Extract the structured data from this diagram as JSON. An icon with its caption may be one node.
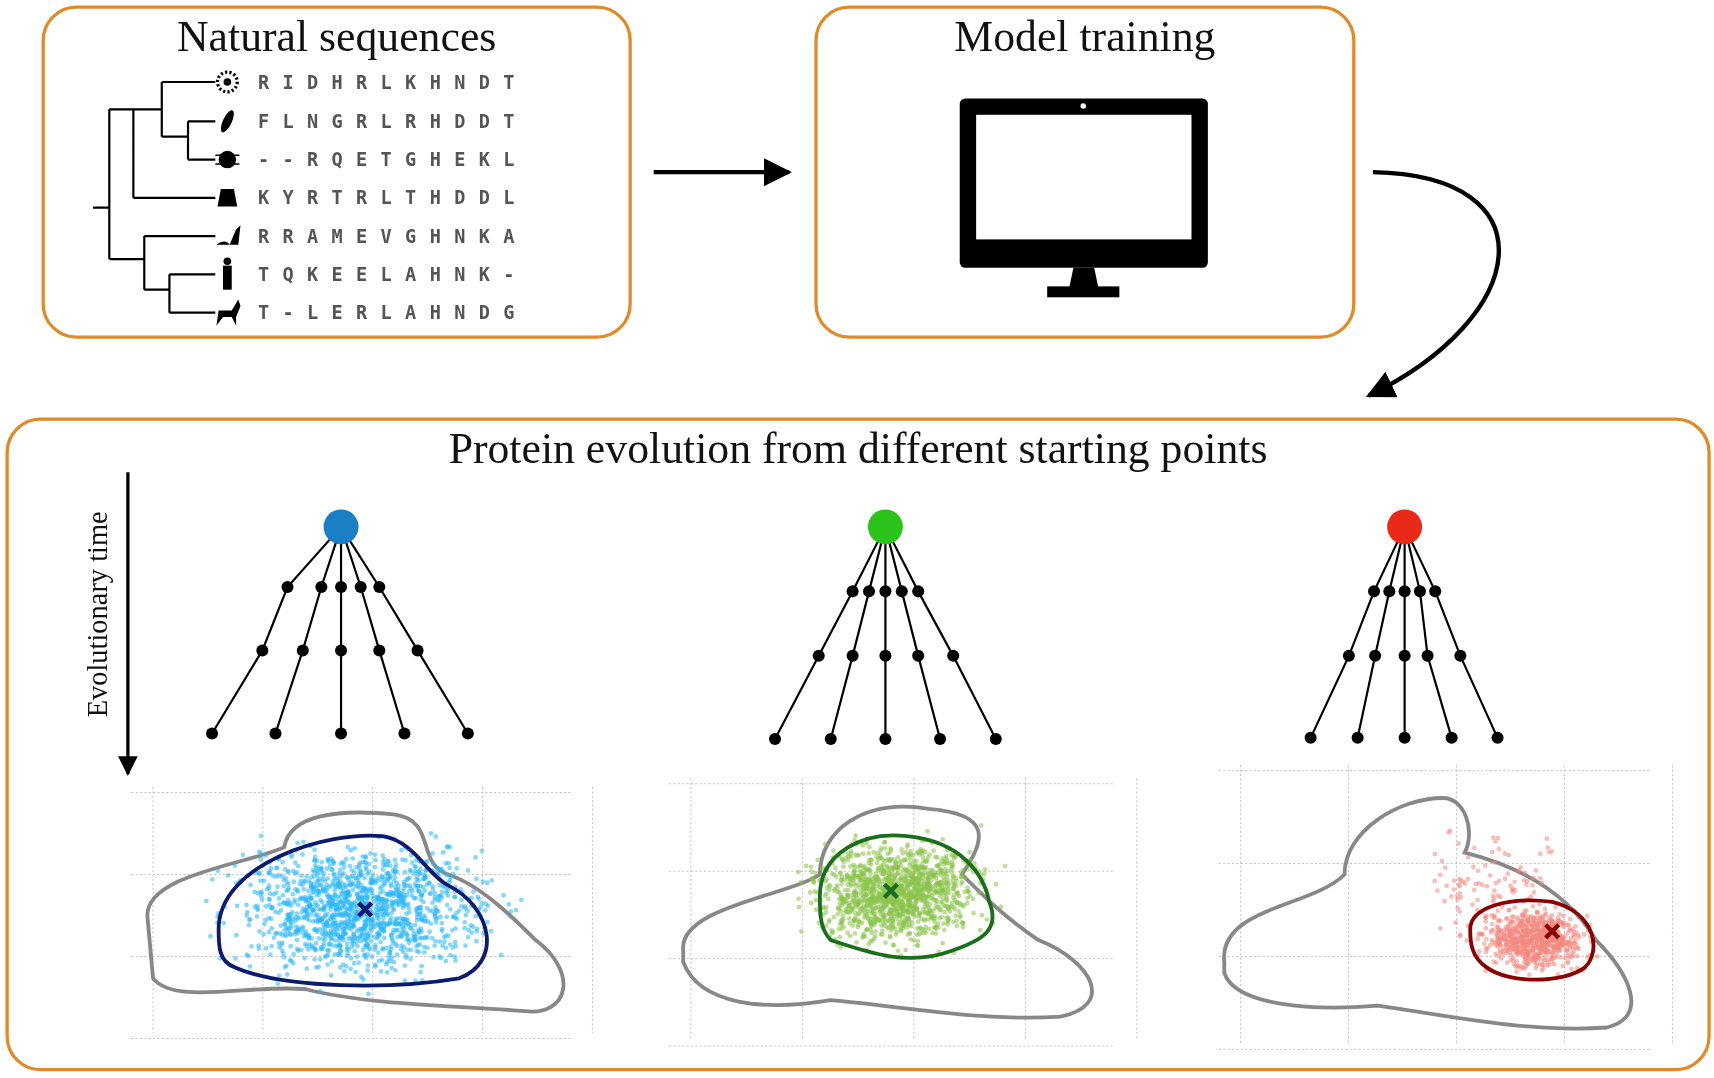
{
  "diagram": {
    "nodes": [
      {
        "text": [
          "Natural sequences"
        ]
      },
      {
        "text": [
          "Model training"
        ]
      },
      {
        "text": [
          "Protein evolution from different starting points"
        ]
      }
    ],
    "edges": [
      {
        "from": 0,
        "to": 1,
        "arrow": "to"
      },
      {
        "from": 1,
        "to": 2,
        "arrow": "to"
      }
    ],
    "labels": [
      "RIDHRLKHNDT",
      "FLNGRLRHDDT",
      "--RQETGHEKL",
      "KYRTRLTHDDL",
      "RRAMEVGHNKA",
      "TQKEELAHNK-",
      "T-LERLAHNDG",
      "Evolutionary time"
    ]
  }
}
